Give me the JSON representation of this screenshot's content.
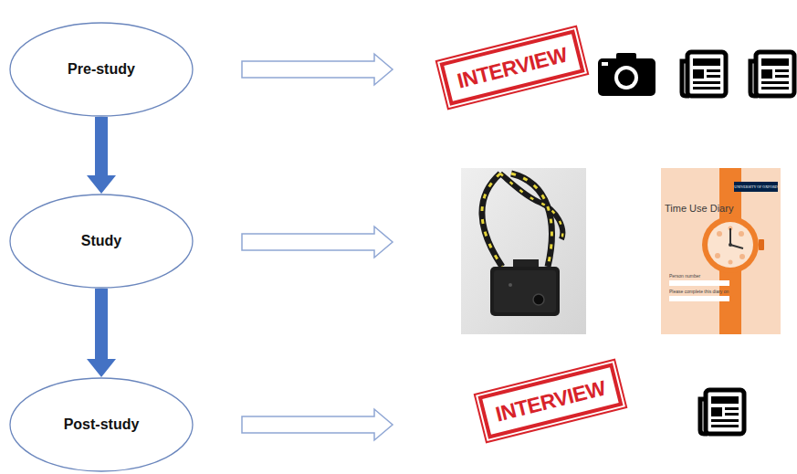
{
  "diagram": {
    "nodes": [
      {
        "text": [
          "Pre-study"
        ]
      },
      {
        "text": [
          "Study"
        ]
      },
      {
        "text": [
          "Post-study"
        ]
      }
    ],
    "edges": [
      {
        "from": 0,
        "to": 1,
        "arrow": "to"
      },
      {
        "from": 1,
        "to": 2,
        "arrow": "to"
      }
    ],
    "labels": [
      "INTERVIEW",
      "UNIVERSITY OF OXFORD",
      "Time Use Diary",
      "Person number",
      "Please complete this diary on",
      "INTERVIEW"
    ]
  }
}
